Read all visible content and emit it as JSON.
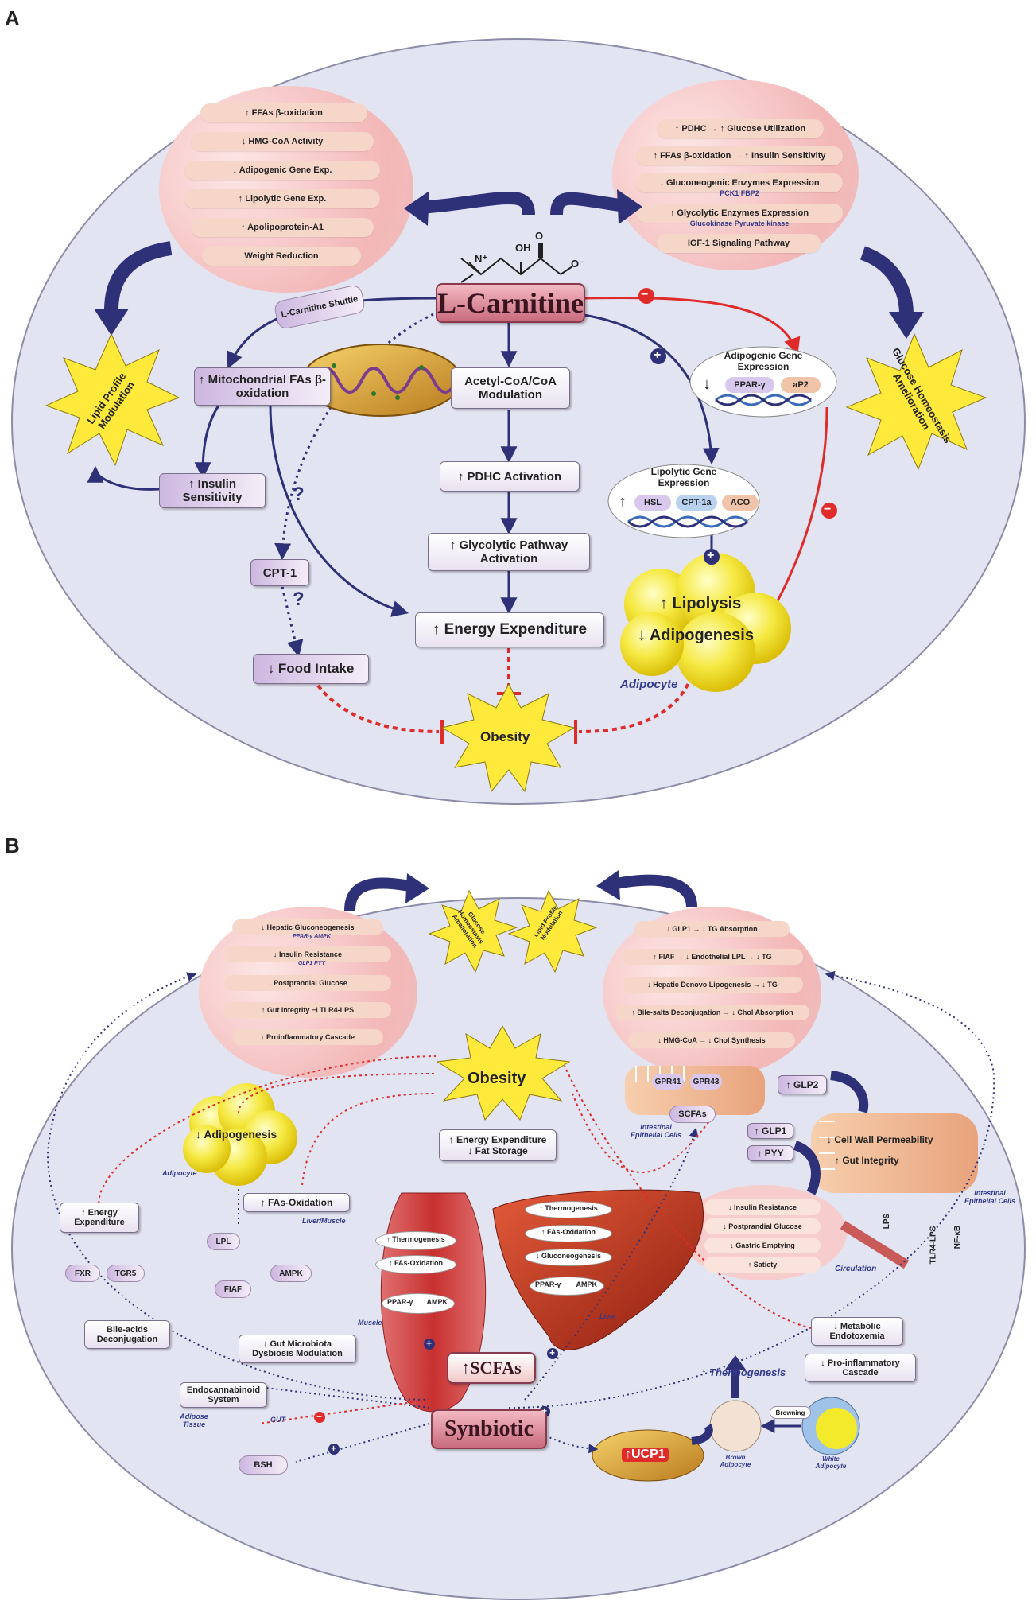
{
  "panel_a": {
    "letter": "A",
    "left_panel_items": [
      "↑ FFAs β-oxidation",
      "↓ HMG-CoA Activity",
      "↓ Adipogenic Gene Exp.",
      "↑ Lipolytic Gene Exp.",
      "↑ Apolipoprotein-A1",
      "Weight Reduction"
    ],
    "right_panel_items": [
      {
        "text": "↑ PDHC → ↑ Glucose Utilization",
        "sub": ""
      },
      {
        "text": "↑ FFAs β-oxidation → ↑ Insulin Sensitivity",
        "sub": ""
      },
      {
        "text": "↓ Gluconeogenic Enzymes Expression",
        "sub": "PCK1    FBP2"
      },
      {
        "text": "↑ Glycolytic Enzymes Expression",
        "sub": "Glucokinase    Pyruvate kinase"
      },
      {
        "text": "IGF-1 Signaling Pathway",
        "sub": ""
      }
    ],
    "molecule_labels": {
      "oh": "OH",
      "o": "O",
      "o_minus": "O⁻",
      "n_plus": "N⁺"
    },
    "title": "L-Carnitine",
    "shuttle": "L-Carnitine Shuttle",
    "lipid_star": "Lipid Profile Modulation",
    "glucose_star": "Glucose Homeostasis Amelioration",
    "mito_box": "↑ Mitochondrial FAs β-oxidation",
    "acetyl_box": "Acetyl-CoA/CoA Modulation",
    "insulin_box": "↑ Insulin Sensitivity",
    "pdhc_box": "↑ PDHC Activation",
    "glyco_box": "↑ Glycolytic Pathway Activation",
    "cpt_box": "CPT-1",
    "energy_box": "↑ Energy Expenditure",
    "food_box": "↓ Food Intake",
    "question": "?",
    "adipogenic_title": "Adipogenic Gene Expression",
    "adipogenic_tags": [
      "PPAR-γ",
      "aP2"
    ],
    "lipolytic_title": "Lipolytic Gene Expression",
    "lipolytic_tags": [
      "HSL",
      "CPT-1a",
      "ACO"
    ],
    "arrow_down": "↓",
    "arrow_up": "↑",
    "lipolysis": "↑ Lipolysis",
    "adipogenesis": "↓ Adipogenesis",
    "adipocyte": "Adipocyte",
    "obesity": "Obesity",
    "plus": "+",
    "minus": "−"
  },
  "panel_b": {
    "letter": "B",
    "star_glucose": "Glucose Homeostasis Amelioration",
    "star_lipid": "Lipid Profile Modulation",
    "left_items": [
      {
        "text": "↓ Hepatic Gluconeogenesis",
        "sub": "PPAR-γ   AMPK"
      },
      {
        "text": "↓ Insulin Resistance",
        "sub": "GLP1    PYY"
      },
      {
        "text": "↓ Postprandial Glucose",
        "sub": ""
      },
      {
        "text": "↑ Gut Integrity ⊣ TLR4-LPS",
        "sub": ""
      },
      {
        "text": "↓ Proinflammatory Cascade",
        "sub": ""
      }
    ],
    "right_items": [
      "↓ GLP1 → ↓ TG Absorption",
      "↑ FIAF → ↓ Endothelial LPL → ↓ TG",
      "↓ Hepatic Denovo Lipogenesis → ↓ TG",
      "↑ Bile-salts Deconjugation → ↓ Chol Absorption",
      "↓ HMG-CoA → ↓ Chol Synthesis"
    ],
    "obesity": "Obesity",
    "gpr41": "GPR41",
    "gpr43": "GPR43",
    "scfas_small": "SCFAs",
    "glp2": "↑ GLP2",
    "glp1": "↑ GLP1",
    "pyy": "↑ PYY",
    "intestinal_cells": "Intestinal Epithelial Cells",
    "intestinal_cells_right": "Intestinal Epithelial Cells",
    "permeability": "↓ Cell Wall Permeability",
    "gut_integrity": "↑ Gut Integrity",
    "adipogenesis": "↓ Adipogenesis",
    "adipocyte": "Adipocyte",
    "energy_fat": [
      "↑ Energy Expenditure",
      "↓ Fat Storage"
    ],
    "energy_exp": "↑ Energy Expenditure",
    "fas_ox": "↑ FAs-Oxidation",
    "liver_muscle": "Liver/Muscle",
    "lpl": "LPL",
    "fiaf": "FIAF",
    "ampk": "AMPK",
    "fxr": "FXR",
    "tgr5": "TGR5",
    "bile": "Bile-acids Deconjugation",
    "dysbiosis": "↓ Gut Microbiota Dysbiosis Modulation",
    "endocannabinoid": "Endocannabinoid System",
    "adipose_tissue": "Adipose Tissue",
    "gut": "GUT",
    "bsh": "BSH",
    "synbiotic": "Synbiotic",
    "scfas": "↑SCFAs",
    "muscle": "Muscle",
    "liver": "Liver",
    "muscle_thermo": "↑ Thermogenesis",
    "muscle_fas": "↑ FAs-Oxidation",
    "ppar": "PPAR-γ",
    "ampk2": "AMPK",
    "liver_thermo": "↑ Thermogenesis",
    "liver_fas": "↑ FAs-Oxidation",
    "liver_gluco": "↓ Gluconeogenesis",
    "insulin_items": [
      "↓ Insulin Resistance",
      "↓ Postprandial Glucose",
      "↓ Gastric Emptying",
      "↑ Satiety"
    ],
    "lps": "LPS",
    "tlr4": "TLR4-LPS",
    "nfkb": "NF-κB",
    "circulation": "Circulation",
    "metabolic": "↓ Metabolic Endotoxemia",
    "proinflam": "↓ Pro-inflammatory Cascade",
    "thermogenesis": "↑ Thermogenesis",
    "browning": "Browning",
    "brown": "Brown Adipocyte",
    "white": "White Adipocyte",
    "ucp1": "↑UCP1",
    "plus": "+",
    "minus": "−"
  },
  "colors": {
    "navy": "#2e3178",
    "red": "#e02b2b",
    "star": "#ffe93a"
  }
}
